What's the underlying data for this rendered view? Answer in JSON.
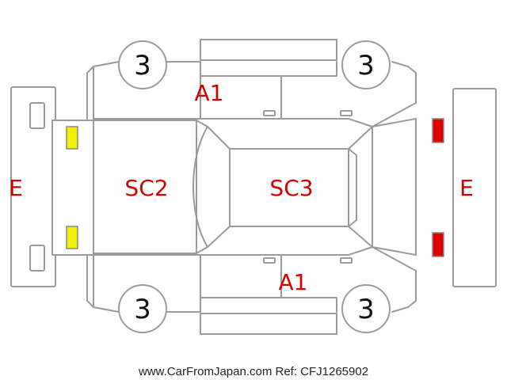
{
  "diagram": {
    "labels": {
      "top_door": "A1",
      "bottom_door": "A1",
      "hood": "SC2",
      "roof": "SC3",
      "front_bumper": "E",
      "rear_bumper": "E"
    },
    "wheels": {
      "front_left": "3",
      "rear_left": "3",
      "front_right": "3",
      "rear_right": "3"
    },
    "lights": {
      "front_color": "#f2ee00",
      "rear_color": "#e10000"
    },
    "label_color": "#d40000"
  },
  "footer": {
    "text": "www.CarFromJapan.com Ref: CFJ1265902"
  }
}
